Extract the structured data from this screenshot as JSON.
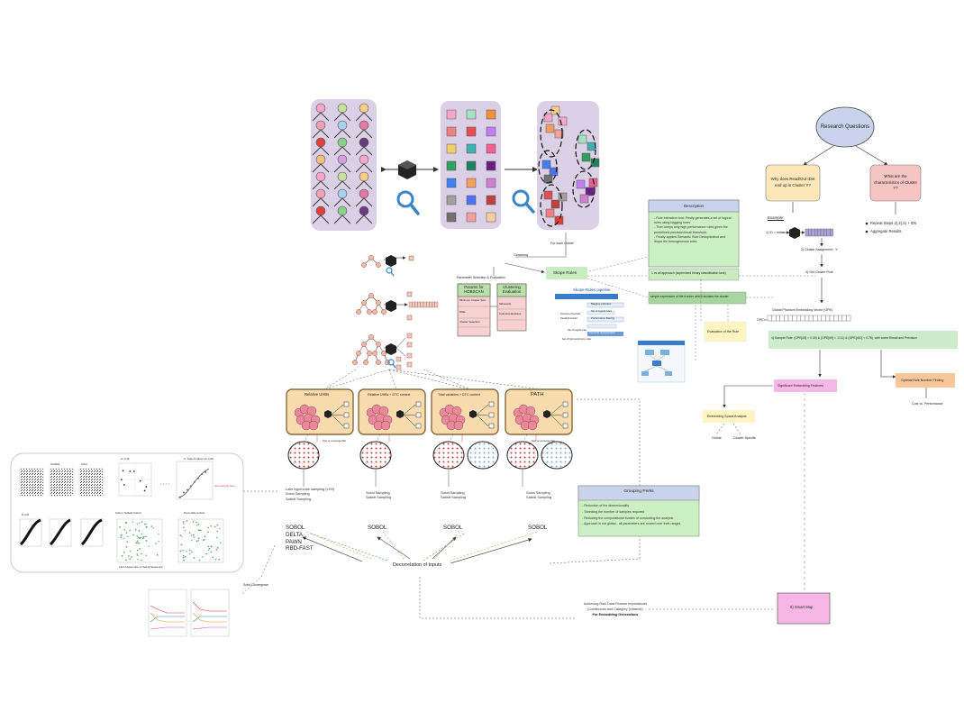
{
  "top": {
    "for_each_cluster": "For each cluster",
    "clustering": "Clustering",
    "param_selection": "Parameter Selection & Evaluation",
    "params_title": "Params for HDBSCAN",
    "params_items": [
      "Minimum Cluster Size",
      "MSE",
      "Cluster Selection"
    ],
    "clust_eval_title": "Clustering Evaluation",
    "clust_eval_items": [
      "Silhouette",
      "Calinski-Harabasz"
    ],
    "skope_rules": "Skope Rules",
    "skope_pipeline": "Skope-Rules pipeline",
    "skope_steps": [
      "Bagging estimator",
      "Set of logical rules",
      "Performance filtering",
      "Semantic deduplication"
    ],
    "skope_side": [
      "Precision threshold",
      "Recall threshold",
      "Set of logical rules",
      "Set of high-performing rules"
    ]
  },
  "description": {
    "title": "Description",
    "lines": [
      "- Rule extraction tool: Firstly generates a set of logical rules using bagging trees",
      "- Then keeps only high performance rules given the predefined precision/recall threshold,",
      "- Finally applies Semantic Rule Deduplication and drops the homogeneous rules"
    ]
  },
  "rule_notes": {
    "one_vs_all": "1 vs all approach (supervised binary classification task)",
    "simple_expr": "simple expression of the frontier which isolates the cluster",
    "eval_rule": "Evaluation of the Rule"
  },
  "research": {
    "title": "Research Questions",
    "q1": "Why does Read/Out IDnt end up in Cluster Y?",
    "q2": "What are the characteristics of Cluster Y?",
    "example": "Example:",
    "step1": "1) ID = Index",
    "step2": "2) Cluster Assignment : Y",
    "step3": "3) Get Cluster Rule",
    "bullets": [
      "Repeat Steps 2),4),5) + IDs",
      "Aggregate Results"
    ],
    "gpe_title": "Global Phantom Embedding Vector (GPE)",
    "gpe_label": "GPEV=",
    "sample_rule": "4) Sample Rule: (GPE[d3] > 0.34) & (GPE[d9] < -0.11) & (GPE[d10] > 0.76), with some Recall and Precision",
    "significant": "Significant Embedding Features",
    "optimal": "Optimal Rule Number Finding",
    "cost_perf": "Cost vs. Performance",
    "embed_space": "Embedding Space Analysis",
    "global": "Global",
    "cluster_specific": "Cluster-Specific",
    "smart_map": "5) Smart Map"
  },
  "sa": {
    "panels": [
      "Relative UHBs",
      "Relative UHBs + DTC context",
      "Total variables + DTC context",
      "PATH"
    ],
    "lhs": [
      "Latin hypercube sampling (LHS)",
      "Sobol Sampling",
      "Saltelli Sampling"
    ],
    "sobol_saltelli": [
      "Sobol Sampling",
      "Saltelli Sampling"
    ],
    "methods_left": [
      "SOBOL",
      "DELTA",
      "PAWN",
      "RBD-FAST"
    ],
    "sobol": "SOBOL",
    "decorrelation": "Decorrelation of Inputs",
    "conv_label": "Sort or converge flair",
    "bottom_labels": [
      "Achieving Raw Data Feature Importances",
      "(Continuous and Category (context))",
      "For Embedding Generations"
    ],
    "sobol_conv": "Sobol Convergence"
  },
  "grouping": {
    "title": "Grouping Perks",
    "lines": [
      "- Reduction of the dimensionality",
      "- Shrinking the number of samples required",
      "- Reducing the computational burden of conducting the analysis",
      "- Approach is not global - all parameters are moved over their ranges"
    ]
  },
  "sampling_panel": {
    "titles": [
      "A: LHS",
      "Stratified",
      "Sobol",
      "B: LHS",
      "C: Sobol Indices for LHS",
      "Sobol / Saltelli Cohort",
      "Percentile Cohort"
    ],
    "footer": "Latin Hypercube vs Sobol Sequence",
    "red_note": "best sample here"
  },
  "colors": {
    "purple_bg": "#dcd0e6",
    "green": "#b8e0a8",
    "blue_head": "#c9d4ec",
    "pink": "#f5b8e6",
    "orange": "#f7c79a",
    "peach_panel": "#f8dcb0",
    "tan_border": "#8a6a3a"
  }
}
